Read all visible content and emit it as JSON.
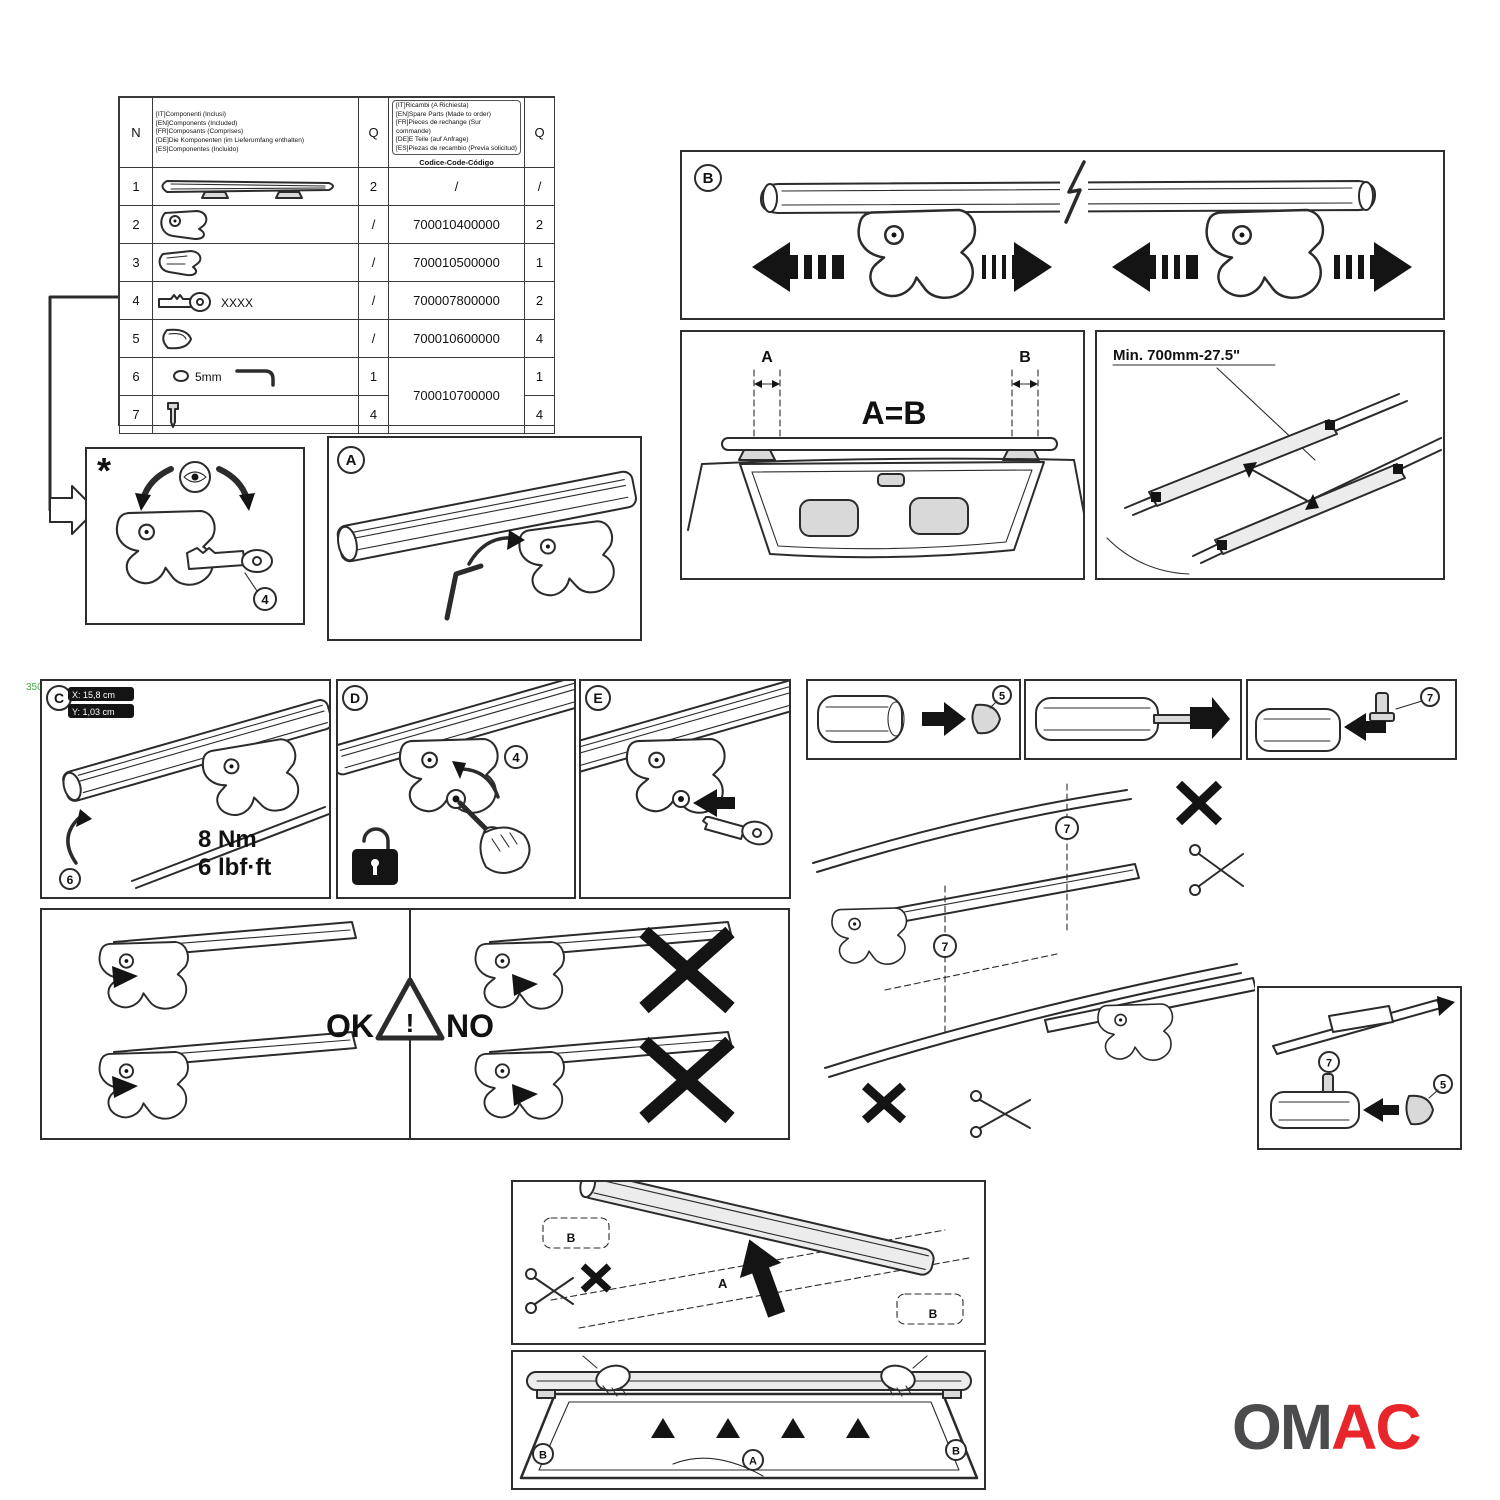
{
  "watermark": "350",
  "parts_table": {
    "col_n": "N",
    "col_q_included": "Q",
    "col_q_spare": "Q",
    "included_lines": [
      "[IT]Componenti (Inclusi)",
      "[EN]Components (Included)",
      "[FR]Composants (Comprises)",
      "[DE]Die Komponenten (im Lieferumfang enthalten)",
      "[ES]Componentes (Incluido)"
    ],
    "spare_lines": [
      "[IT]Ricambi (A Richiesta)",
      "[EN]Spare Parts (Made to order)",
      "[FR]Pieces de rechange (Sur commande)",
      "[DE]E Teile (auf Anfrage)",
      "[ES]Piezas de recambio (Previa solicitud)"
    ],
    "code_header": "Codice-Code-Código",
    "rows": [
      {
        "n": "1",
        "part": "crossbar-assembly",
        "q_included": "2",
        "code": "/",
        "q_spare": "/"
      },
      {
        "n": "2",
        "part": "clamp-foot",
        "q_included": "/",
        "code": "700010400000",
        "q_spare": "2"
      },
      {
        "n": "3",
        "part": "clamp-bracket",
        "q_included": "/",
        "code": "700010500000",
        "q_spare": "1"
      },
      {
        "n": "4",
        "part": "lock-key",
        "note": "XXXX",
        "q_included": "/",
        "code": "700007800000",
        "q_spare": "2"
      },
      {
        "n": "5",
        "part": "end-cap",
        "q_included": "/",
        "code": "700010600000",
        "q_spare": "4"
      },
      {
        "n": "6",
        "part": "allen-key",
        "note": "5mm",
        "q_included": "1",
        "code": "700010700000",
        "q_spare": "1"
      },
      {
        "n": "7",
        "part": "fixing-pin",
        "q_included": "4",
        "q_spare": "4"
      }
    ]
  },
  "callouts": {
    "n4": "4",
    "n5": "5",
    "n6": "6",
    "n7": "7"
  },
  "panels": {
    "star": {
      "label": "*"
    },
    "a": {
      "label": "A"
    },
    "b": {
      "label": "B"
    },
    "aeqb": {
      "dim_a": "A",
      "dim_b": "B",
      "equation": "A=B"
    },
    "min": {
      "distance": "Min. 700mm-27.5\""
    },
    "c": {
      "label": "C",
      "x_dim": "X: 15,8 cm",
      "y_dim": "Y: 1,03 cm",
      "torque_nm": "8 Nm",
      "torque_lbfft": "6 lbf·ft"
    },
    "d": {
      "label": "D"
    },
    "e": {
      "label": "E"
    },
    "okno": {
      "ok": "OK",
      "no": "NO",
      "warn": "!"
    },
    "install": {
      "dim_a": "A",
      "dim_b": "B"
    },
    "rear": {
      "pos_a": "A",
      "pos_b": "B"
    }
  },
  "logo": {
    "part1": "OM",
    "part2": "AC",
    "dark": "#4b4b4d",
    "red": "#e8252a"
  }
}
